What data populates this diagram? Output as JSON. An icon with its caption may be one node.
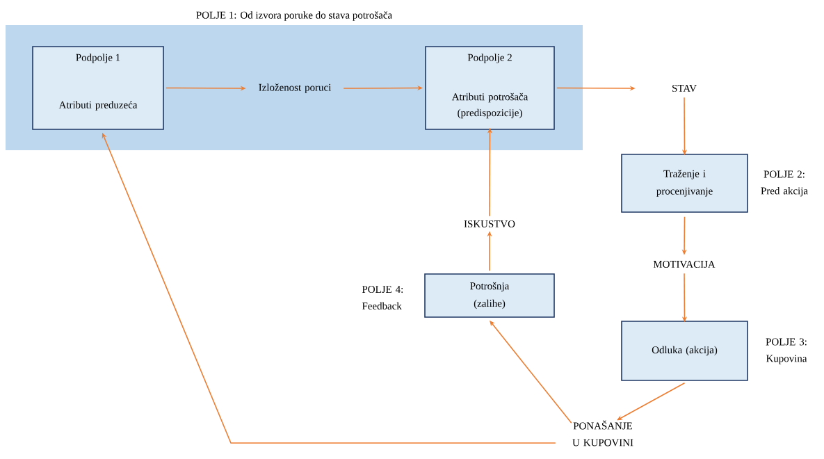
{
  "diagram": {
    "nodes": [
      {
        "text": [
          "POLJE 1: Od izvora poruke do stava potrošača"
        ]
      },
      {
        "text": [
          "Podpolje 1",
          "Atributi preduzeća"
        ],
        "in": 0
      },
      {
        "text": [
          "Izloženost poruci"
        ],
        "in": 0
      },
      {
        "text": [
          "Podpolje 2",
          "Atributi potrošača (predispozicije)"
        ],
        "in": 0
      },
      {
        "text": [
          "STAV"
        ]
      },
      {
        "text": [
          "Traženje i procenjivanje"
        ],
        "beside": [
          "POLJE 2: Pred akcija"
        ]
      },
      {
        "text": [
          "MOTIVACIJA"
        ]
      },
      {
        "text": [
          "Odluka (akcija)"
        ],
        "beside": [
          "POLJE 3: Kupovina"
        ]
      },
      {
        "text": [
          "PONAŠANJE U KUPOVINI"
        ]
      },
      {
        "text": [
          "Potrošnja (zalihe)"
        ],
        "beside": [
          "POLJE 4: Feedback"
        ]
      },
      {
        "text": [
          "ISKUSTVO"
        ]
      }
    ],
    "edges": [
      {
        "from": 1,
        "to": 2,
        "arrow": "to"
      },
      {
        "from": 2,
        "to": 3,
        "arrow": "to"
      },
      {
        "from": 3,
        "to": 4,
        "arrow": "to"
      },
      {
        "from": 4,
        "to": 5,
        "arrow": "to"
      },
      {
        "from": 5,
        "to": 6,
        "arrow": "to"
      },
      {
        "from": 6,
        "to": 7,
        "arrow": "to"
      },
      {
        "from": 7,
        "to": 8,
        "arrow": "to"
      },
      {
        "from": 8,
        "to": 9,
        "arrow": "to"
      },
      {
        "from": 9,
        "to": 10,
        "arrow": "to"
      },
      {
        "from": 10,
        "to": 3,
        "arrow": "to"
      },
      {
        "from": 8,
        "to": 1,
        "arrow": "to"
      }
    ]
  }
}
